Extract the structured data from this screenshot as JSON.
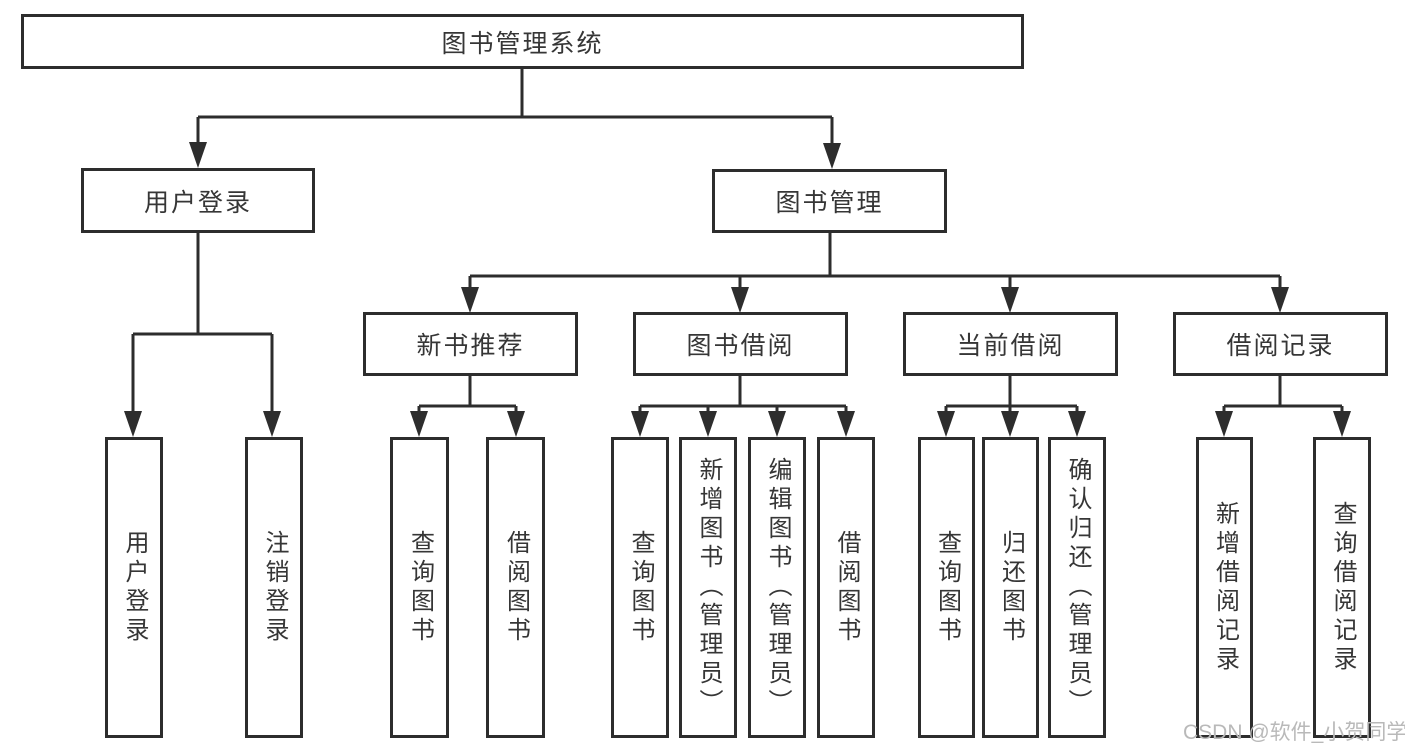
{
  "diagram": {
    "title": "图书管理系统",
    "branches": {
      "user_login": {
        "label": "用户登录",
        "children": [
          "用户登录",
          "注销登录"
        ]
      },
      "book_mgmt": {
        "label": "图书管理",
        "groups": [
          {
            "label": "新书推荐",
            "children": [
              "查询图书",
              "借阅图书"
            ]
          },
          {
            "label": "图书借阅",
            "children": [
              "查询图书",
              "新增图书（管理员）",
              "编辑图书（管理员）",
              "借阅图书"
            ]
          },
          {
            "label": "当前借阅",
            "children": [
              "查询图书",
              "归还图书",
              "确认归还（管理员）"
            ]
          },
          {
            "label": "借阅记录",
            "children": [
              "新增借阅记录",
              "查询借阅记录"
            ]
          }
        ]
      }
    }
  },
  "watermark": "CSDN @软件_小贺同学",
  "colors": {
    "line": "#2d2d2d",
    "text": "#363636",
    "background": "#ffffff",
    "watermark": "#b9b9b9"
  }
}
